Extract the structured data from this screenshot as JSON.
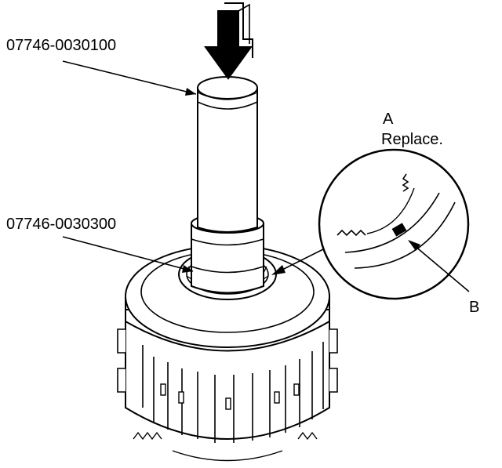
{
  "labels": {
    "tool_top": "07746-0030100",
    "tool_bottom": "07746-0030300",
    "callout_a_letter": "A",
    "callout_a_text": "Replace.",
    "callout_b_letter": "B"
  },
  "colors": {
    "line": "#000000",
    "fill": "#ffffff",
    "shade": "#d9d9d9"
  }
}
